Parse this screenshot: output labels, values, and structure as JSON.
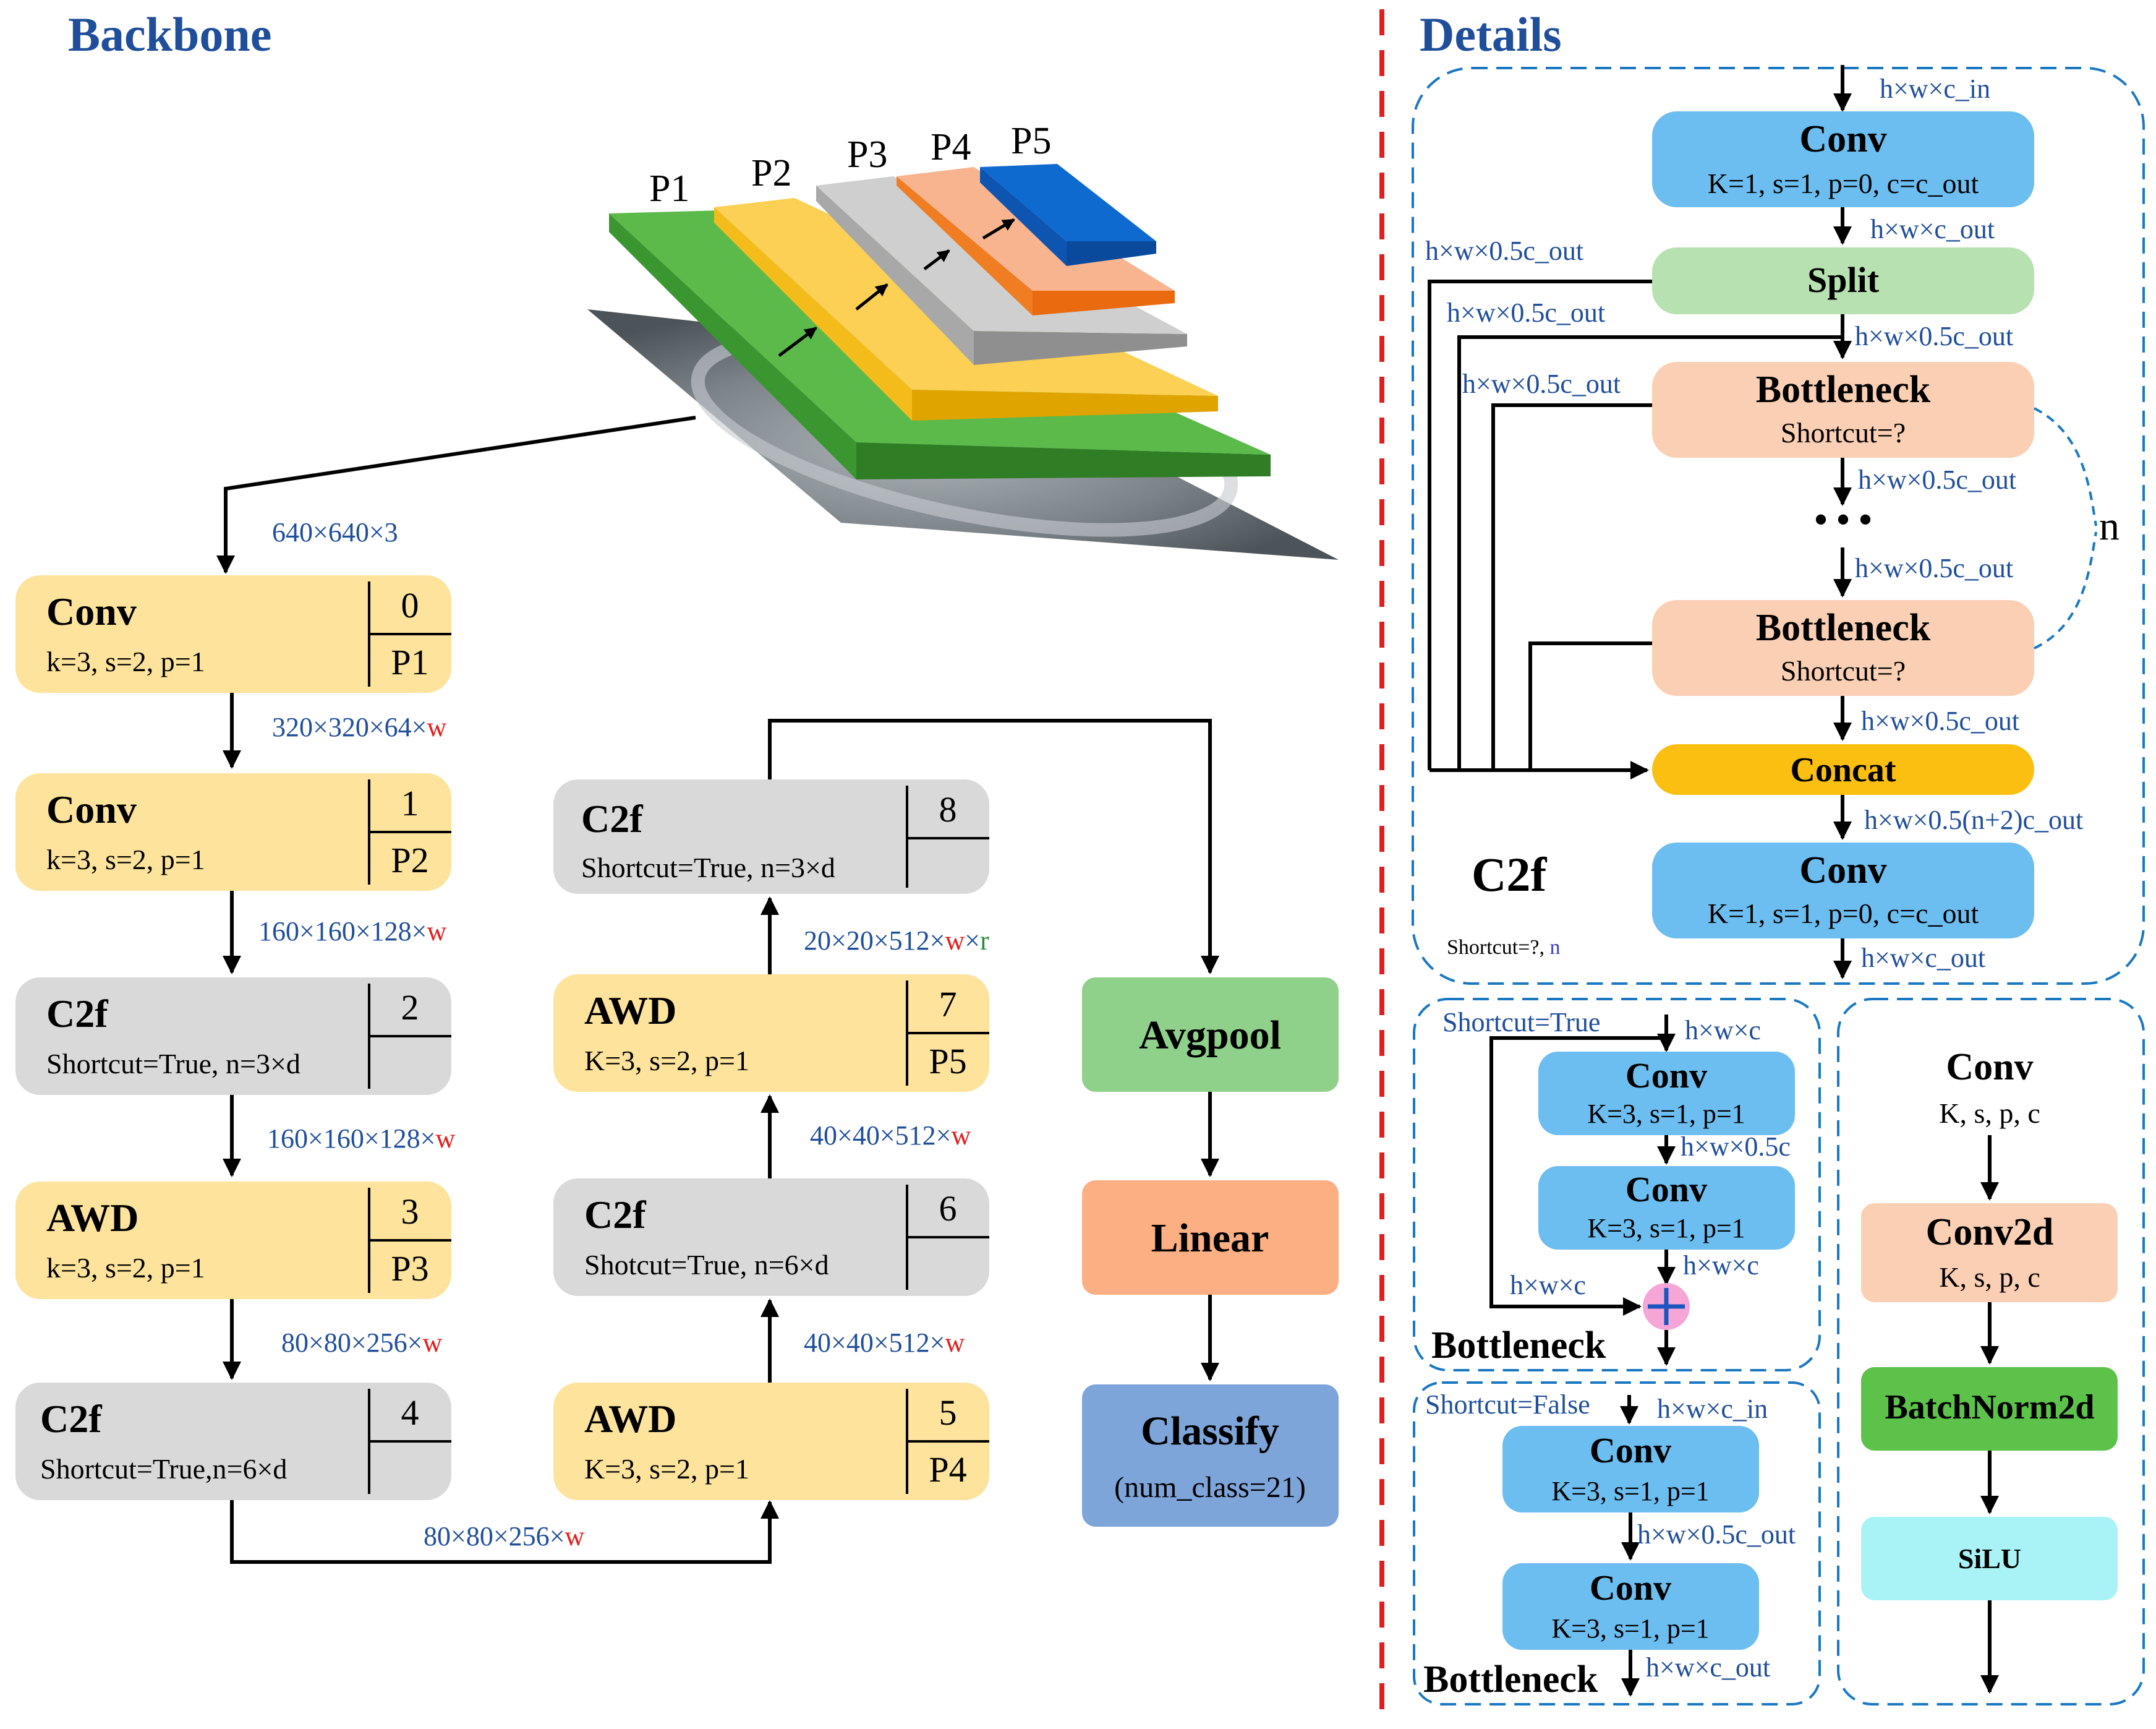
{
  "backbone": {
    "title": "Backbone",
    "pyramid_labels": [
      "P1",
      "P2",
      "P3",
      "P4",
      "P5"
    ],
    "blocks": [
      {
        "name": "Conv",
        "params": "k=3, s=2, p=1",
        "index": "0",
        "level": "P1"
      },
      {
        "name": "Conv",
        "params": "k=3, s=2, p=1",
        "index": "1",
        "level": "P2"
      },
      {
        "name": "C2f",
        "params": "Shortcut=True, n=3×d",
        "index": "2",
        "level": ""
      },
      {
        "name": "AWD",
        "params": "k=3, s=2, p=1",
        "index": "3",
        "level": "P3"
      },
      {
        "name": "C2f",
        "params": "Shortcut=True,n=6×d",
        "index": "4",
        "level": ""
      },
      {
        "name": "AWD",
        "params": "K=3, s=2, p=1",
        "index": "5",
        "level": "P4"
      },
      {
        "name": "C2f",
        "params": "Shotcut=True, n=6×d",
        "index": "6",
        "level": ""
      },
      {
        "name": "AWD",
        "params": "K=3, s=2, p=1",
        "index": "7",
        "level": "P5"
      },
      {
        "name": "C2f",
        "params": "Shortcut=True, n=3×d",
        "index": "8",
        "level": ""
      }
    ],
    "shapes": {
      "input": "640×640×3",
      "s01_base": "320×320×64×",
      "s01_w": "w",
      "s12_base": "160×160×128×",
      "s12_w": "w",
      "s23_base": "160×160×128×",
      "s23_w": "w",
      "s34_base": "80×80×256×",
      "s34_w": "w",
      "s45_base": "80×80×256×",
      "s45_w": "w",
      "s56_base": "40×40×512×",
      "s56_w": "w",
      "s67_base": "40×40×512×",
      "s67_w": "w",
      "s78_base": "20×20×512×",
      "s78_w": "w",
      "s78_x": "×",
      "s78_r": "r"
    },
    "head": {
      "avgpool": "Avgpool",
      "linear": "Linear",
      "classify": "Classify",
      "classify_sub": "(num_class=21)"
    }
  },
  "details": {
    "title": "Details",
    "c2f": {
      "label": "C2f",
      "sub_base": "Shortcut=?, ",
      "sub_n": "n",
      "in_shape": "h×w×c_in",
      "conv1_title": "Conv",
      "conv1_params": "K=1, s=1, p=0, c=c_out",
      "after_conv1": "h×w×c_out",
      "split": "Split",
      "branch1": "h×w×0.5c_out",
      "branch2": "h×w×0.5c_out",
      "after_split": "h×w×0.5c_out",
      "branch3": "h×w×0.5c_out",
      "bottleneck_title": "Bottleneck",
      "bottleneck_sub": "Shortcut=?",
      "after_b1": "h×w×0.5c_out",
      "dots": "• • •",
      "before_b2": "h×w×0.5c_out",
      "repeat": "n",
      "after_b2": "h×w×0.5c_out",
      "concat": "Concat",
      "after_concat": "h×w×0.5(n+2)c_out",
      "conv2_title": "Conv",
      "conv2_params": "K=1, s=1, p=0, c=c_out",
      "out_shape": "h×w×c_out"
    },
    "bt_true": {
      "shortcut": "Shortcut=True",
      "in": "h×w×c",
      "conv_title": "Conv",
      "conv_params": "K=3, s=1, p=1",
      "mid": "h×w×0.5c",
      "after": "h×w×c",
      "skip": "h×w×c",
      "label": "Bottleneck"
    },
    "bt_false": {
      "shortcut": "Shortcut=False",
      "in": "h×w×c_in",
      "conv_title": "Conv",
      "conv_params": "K=3, s=1, p=1",
      "mid": "h×w×0.5c_out",
      "out": "h×w×c_out",
      "label": "Bottleneck"
    },
    "conv_def": {
      "title": "Conv",
      "params": "K, s, p, c",
      "conv2d": "Conv2d",
      "conv2d_params": "K, s, p, c",
      "bn": "BatchNorm2d",
      "act": "SiLU"
    }
  }
}
